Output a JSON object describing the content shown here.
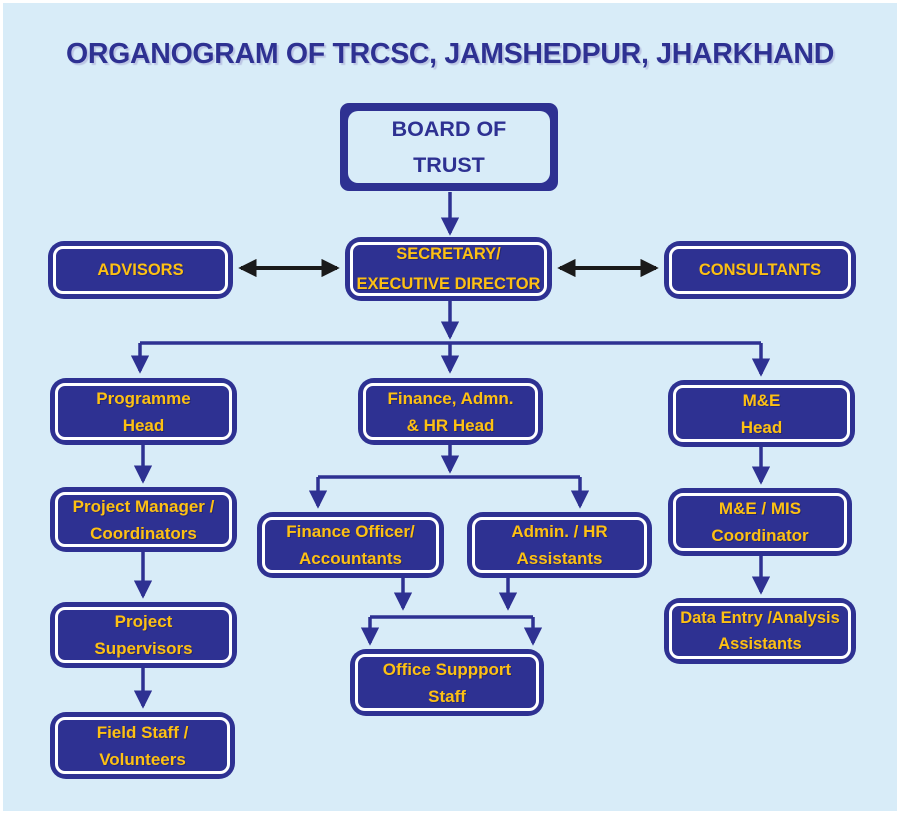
{
  "title": "ORGANOGRAM OF TRCSC, JAMSHEDPUR, JHARKHAND",
  "colors": {
    "background": "#d8ecf8",
    "box_fill": "#2e3192",
    "box_inner_border": "#ffffff",
    "box_text": "#fdc013",
    "board_inner_fill": "#d8ecf8",
    "board_text": "#2e3192",
    "title_text": "#2e3192",
    "tree_connector": "#2e3192",
    "peer_arrow": "#1a1a1a"
  },
  "nodes": {
    "board_of_trust": {
      "line1": "BOARD OF",
      "line2": "TRUST"
    },
    "advisors": {
      "line1": "ADVISORS"
    },
    "secretary_executive_director": {
      "line1": "SECRETARY/",
      "line2": "EXECUTIVE DIRECTOR"
    },
    "consultants": {
      "line1": "CONSULTANTS"
    },
    "programme_head": {
      "line1": "Programme",
      "line2": "Head"
    },
    "finance_admn_hr_head": {
      "line1": "Finance, Admn.",
      "line2": "& HR Head"
    },
    "me_head": {
      "line1": "M&E",
      "line2": "Head"
    },
    "project_manager_coordinators": {
      "line1": "Project Manager /",
      "line2": "Coordinators"
    },
    "finance_officer_accountants": {
      "line1": "Finance Officer/",
      "line2": "Accountants"
    },
    "admin_hr_assistants": {
      "line1": "Admin. / HR",
      "line2": "Assistants"
    },
    "me_mis_coordinator": {
      "line1": "M&E / MIS",
      "line2": "Coordinator"
    },
    "project_supervisors": {
      "line1": "Project",
      "line2": "Supervisors"
    },
    "office_support_staff": {
      "line1": "Office Suppport",
      "line2": "Staff"
    },
    "data_entry_analysis_assistants": {
      "line1": "Data Entry /Analysis",
      "line2": "Assistants"
    },
    "field_staff_volunteers": {
      "line1": "Field Staff /",
      "line2": "Volunteers"
    }
  },
  "connections": {
    "directed": [
      [
        "board_of_trust",
        "secretary_executive_director"
      ],
      [
        "secretary_executive_director",
        "programme_head"
      ],
      [
        "secretary_executive_director",
        "finance_admn_hr_head"
      ],
      [
        "secretary_executive_director",
        "me_head"
      ],
      [
        "programme_head",
        "project_manager_coordinators"
      ],
      [
        "project_manager_coordinators",
        "project_supervisors"
      ],
      [
        "project_supervisors",
        "field_staff_volunteers"
      ],
      [
        "finance_admn_hr_head",
        "finance_officer_accountants"
      ],
      [
        "finance_admn_hr_head",
        "admin_hr_assistants"
      ],
      [
        "finance_officer_accountants",
        "office_support_staff"
      ],
      [
        "admin_hr_assistants",
        "office_support_staff"
      ],
      [
        "me_head",
        "me_mis_coordinator"
      ],
      [
        "me_mis_coordinator",
        "data_entry_analysis_assistants"
      ]
    ],
    "bidirectional": [
      [
        "advisors",
        "secretary_executive_director"
      ],
      [
        "secretary_executive_director",
        "consultants"
      ]
    ]
  }
}
